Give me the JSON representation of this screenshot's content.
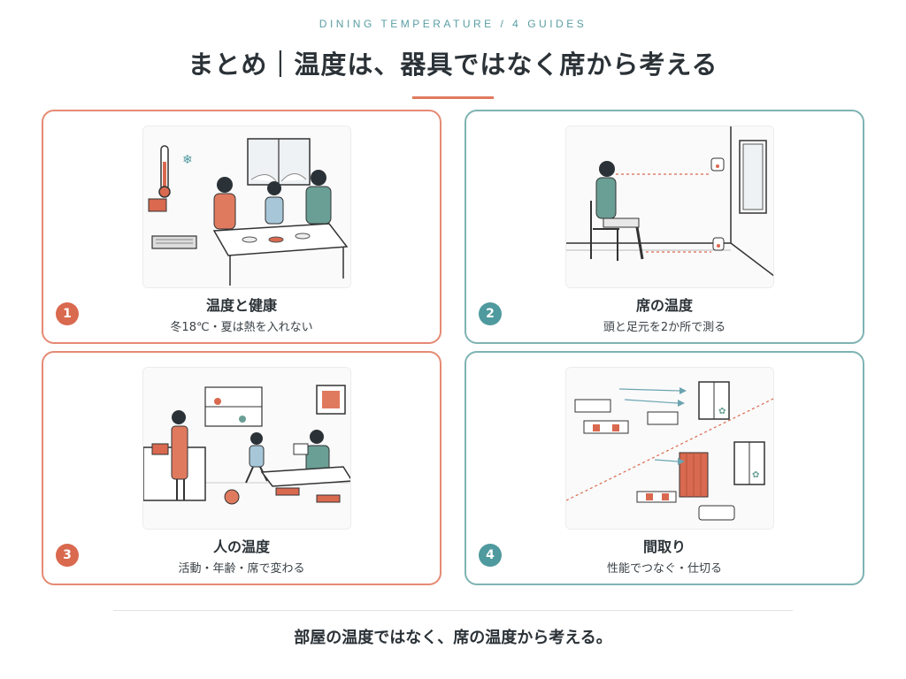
{
  "header": {
    "eyebrow": "DINING TEMPERATURE / 4 GUIDES",
    "title": "まとめ｜温度は、器具ではなく席から考える"
  },
  "cards": [
    {
      "number": "1",
      "title": "温度と健康",
      "subtitle": "冬18℃・夏は熱を入れない",
      "illustration": "family-dining-in-winter"
    },
    {
      "number": "2",
      "title": "席の温度",
      "subtitle": "頭と足元を2か所で測る",
      "illustration": "seated-person-two-thermometers"
    },
    {
      "number": "3",
      "title": "人の温度",
      "subtitle": "活動・年齢・席で変わる",
      "illustration": "family-activity-kitchen"
    },
    {
      "number": "4",
      "title": "間取り",
      "subtitle": "性能でつなぐ・仕切る",
      "illustration": "floor-plan-airflow-partition"
    }
  ],
  "footer": {
    "conclusion": "部屋の温度ではなく、席の温度から考える。"
  },
  "colors": {
    "coral": "#e07a5f",
    "teal": "#5a9ea3",
    "text": "#2b3237"
  }
}
